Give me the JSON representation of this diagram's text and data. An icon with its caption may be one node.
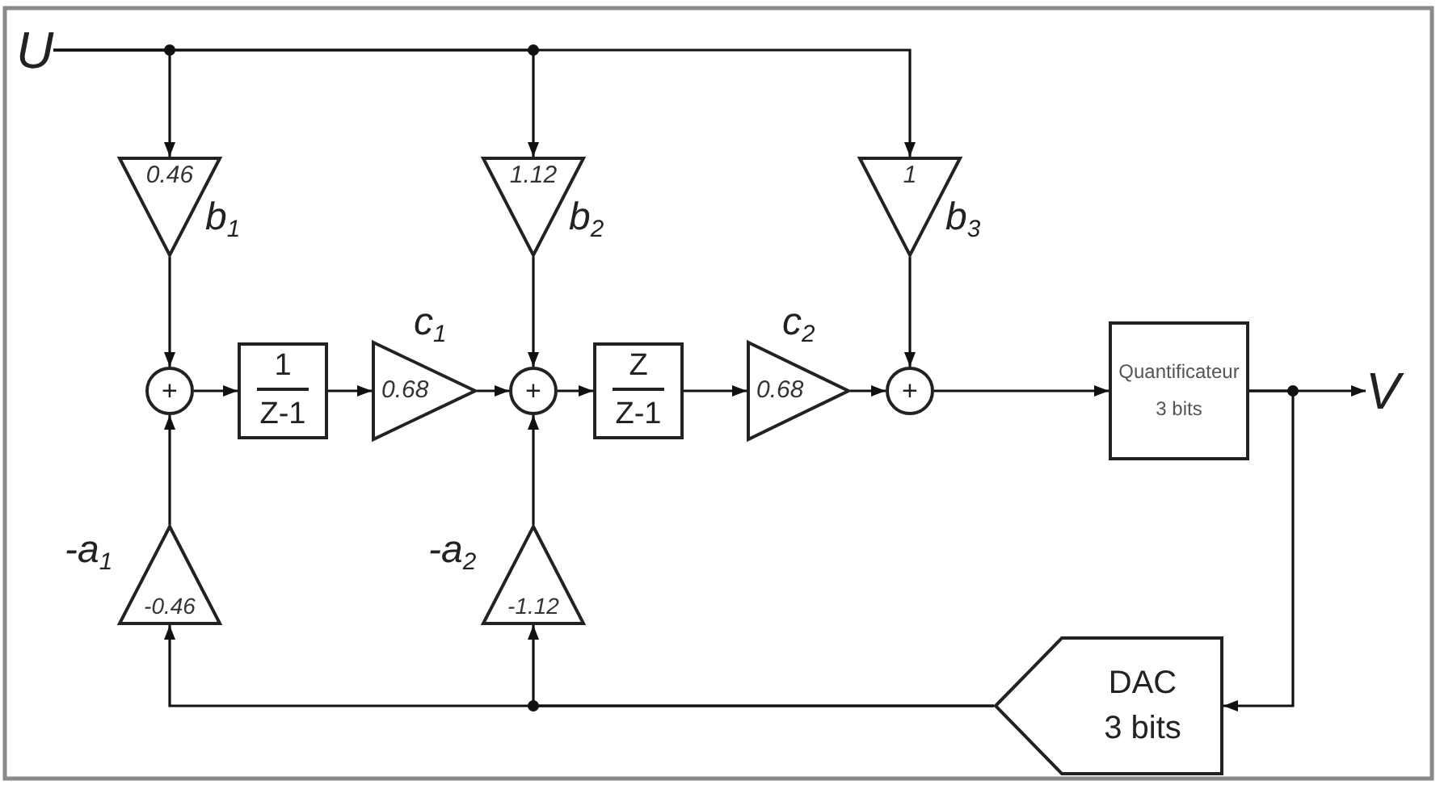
{
  "diagram": {
    "nodes": [
      {
        "text": [
          "U"
        ]
      },
      {
        "text": [
          "0.46"
        ],
        "beside": [
          "b$_{1}$"
        ]
      },
      {
        "text": [
          "1.12"
        ],
        "beside": [
          "b$_{2}$"
        ]
      },
      {
        "text": [
          "1"
        ],
        "beside": [
          "b$_{3}$"
        ]
      },
      {
        "text": [
          "+"
        ]
      },
      {
        "text": [
          "1",
          "Z-1"
        ]
      },
      {
        "text": [
          "0.68"
        ],
        "beside": [
          "c$_{1}$"
        ]
      },
      {
        "text": [
          "+"
        ]
      },
      {
        "text": [
          "Z",
          "Z-1"
        ]
      },
      {
        "text": [
          "0.68"
        ],
        "beside": [
          "c$_{2}$"
        ]
      },
      {
        "text": [
          "+"
        ]
      },
      {
        "text": [
          "Quantificateur 3 bits"
        ]
      },
      {
        "text": [
          "V"
        ]
      },
      {
        "text": [
          "-0.46"
        ],
        "beside": [
          "-a$_{1}$"
        ]
      },
      {
        "text": [
          "-1.12"
        ],
        "beside": [
          "-a$_{2}$"
        ]
      },
      {
        "text": [
          "DAC 3 bits"
        ]
      }
    ],
    "edges": [
      {
        "from": 0,
        "to": 1,
        "arrow": "to"
      },
      {
        "from": 0,
        "to": 2,
        "arrow": "to"
      },
      {
        "from": 0,
        "to": 3,
        "arrow": "to"
      },
      {
        "from": 1,
        "to": 4,
        "arrow": "to"
      },
      {
        "from": 2,
        "to": 7,
        "arrow": "to"
      },
      {
        "from": 3,
        "to": 10,
        "arrow": "to"
      },
      {
        "from": 4,
        "to": 5,
        "arrow": "to"
      },
      {
        "from": 5,
        "to": 6,
        "arrow": "to"
      },
      {
        "from": 6,
        "to": 7,
        "arrow": "to"
      },
      {
        "from": 7,
        "to": 8,
        "arrow": "to"
      },
      {
        "from": 8,
        "to": 9,
        "arrow": "to"
      },
      {
        "from": 9,
        "to": 10,
        "arrow": "to"
      },
      {
        "from": 10,
        "to": 11,
        "arrow": "to"
      },
      {
        "from": 11,
        "to": 12,
        "arrow": "to"
      },
      {
        "from": 11,
        "to": 15,
        "arrow": "to"
      },
      {
        "from": 15,
        "to": 13,
        "arrow": "to"
      },
      {
        "from": 15,
        "to": 14,
        "arrow": "to"
      },
      {
        "from": 13,
        "to": 4,
        "arrow": "to"
      },
      {
        "from": 14,
        "to": 7,
        "arrow": "to"
      }
    ]
  }
}
